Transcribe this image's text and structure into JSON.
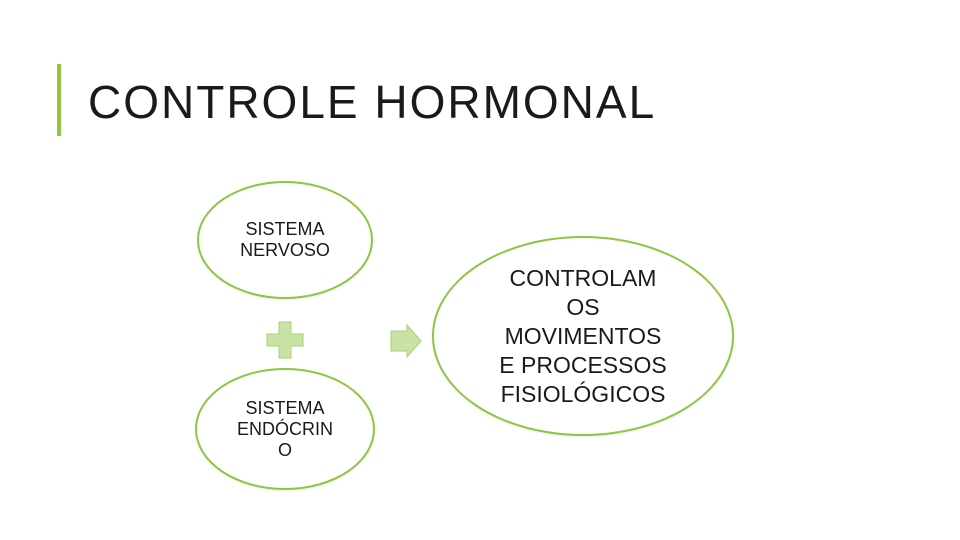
{
  "slide": {
    "title": "CONTROLE HORMONAL",
    "accent_color": "#8dc63f",
    "operator_icon": "plus-icon",
    "result_icon": "arrow-right-icon"
  },
  "diagram": {
    "node_a": "SISTEMA\nNERVOSO",
    "node_b": "SISTEMA\nENDÓCRIN\nO",
    "result": "CONTROLAM\nOS\nMOVIMENTOS\nE PROCESSOS\nFISIOLÓGICOS"
  }
}
